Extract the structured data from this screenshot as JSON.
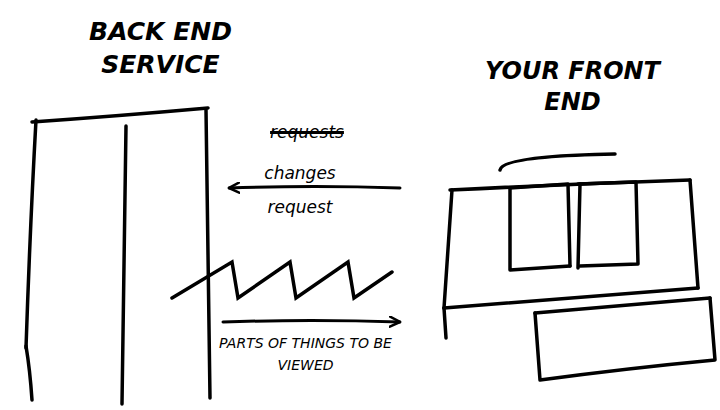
{
  "diagram": {
    "nodes": [
      {
        "text": [
          "BACK END SERVICE"
        ]
      },
      {
        "text": [
          "YOUR FRONT END"
        ]
      }
    ],
    "edges": [
      {
        "from": 1,
        "to": 0,
        "arrow": "to",
        "label": "changes request"
      },
      {
        "from": 0,
        "to": 1,
        "arrow": "to",
        "label": "PARTS OF THINGS TO BE VIEWED"
      }
    ],
    "labels": [
      "requests"
    ]
  }
}
